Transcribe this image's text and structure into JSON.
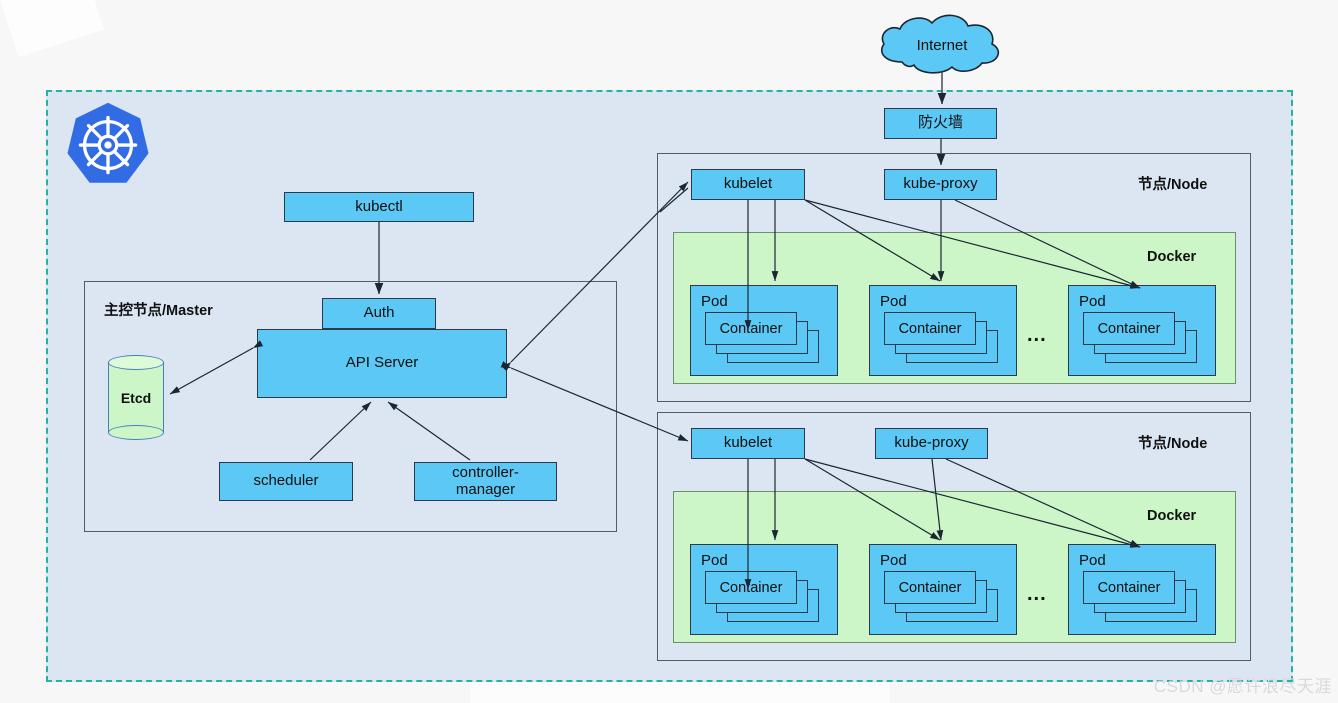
{
  "diagram": {
    "title": "Kubernetes Architecture",
    "colors": {
      "page_background": "#f7f7f7",
      "cluster_background": "#dbe6f2",
      "cluster_border": "#23b2a4",
      "box_fill": "#5BC8F5",
      "box_border": "#2b3a4a",
      "docker_fill": "#ccf5c8",
      "etcd_fill": "#ccf5c8",
      "k8s_logo": "#326CE5",
      "panel_border": "#555b62",
      "watermark": "#d6dadd"
    }
  },
  "external": {
    "internet": "Internet",
    "firewall": "防火墙"
  },
  "logo": {
    "name": "kubernetes-logo"
  },
  "master": {
    "panel_label": "主控节点/Master",
    "kubectl": "kubectl",
    "auth": "Auth",
    "api_server": "API Server",
    "etcd": "Etcd",
    "scheduler": "scheduler",
    "controller_manager_line1": "controller-",
    "controller_manager_line2": "manager"
  },
  "nodes": [
    {
      "panel_label": "节点/Node",
      "kubelet": "kubelet",
      "kube_proxy": "kube-proxy",
      "docker_label": "Docker",
      "ellipsis": "...",
      "pods": [
        {
          "label": "Pod",
          "container": "Container"
        },
        {
          "label": "Pod",
          "container": "Container"
        },
        {
          "label": "Pod",
          "container": "Container"
        }
      ]
    },
    {
      "panel_label": "节点/Node",
      "kubelet": "kubelet",
      "kube_proxy": "kube-proxy",
      "docker_label": "Docker",
      "ellipsis": "...",
      "pods": [
        {
          "label": "Pod",
          "container": "Container"
        },
        {
          "label": "Pod",
          "container": "Container"
        },
        {
          "label": "Pod",
          "container": "Container"
        }
      ]
    }
  ],
  "watermark": {
    "text": "CSDN @愿许浪尽天涯"
  }
}
